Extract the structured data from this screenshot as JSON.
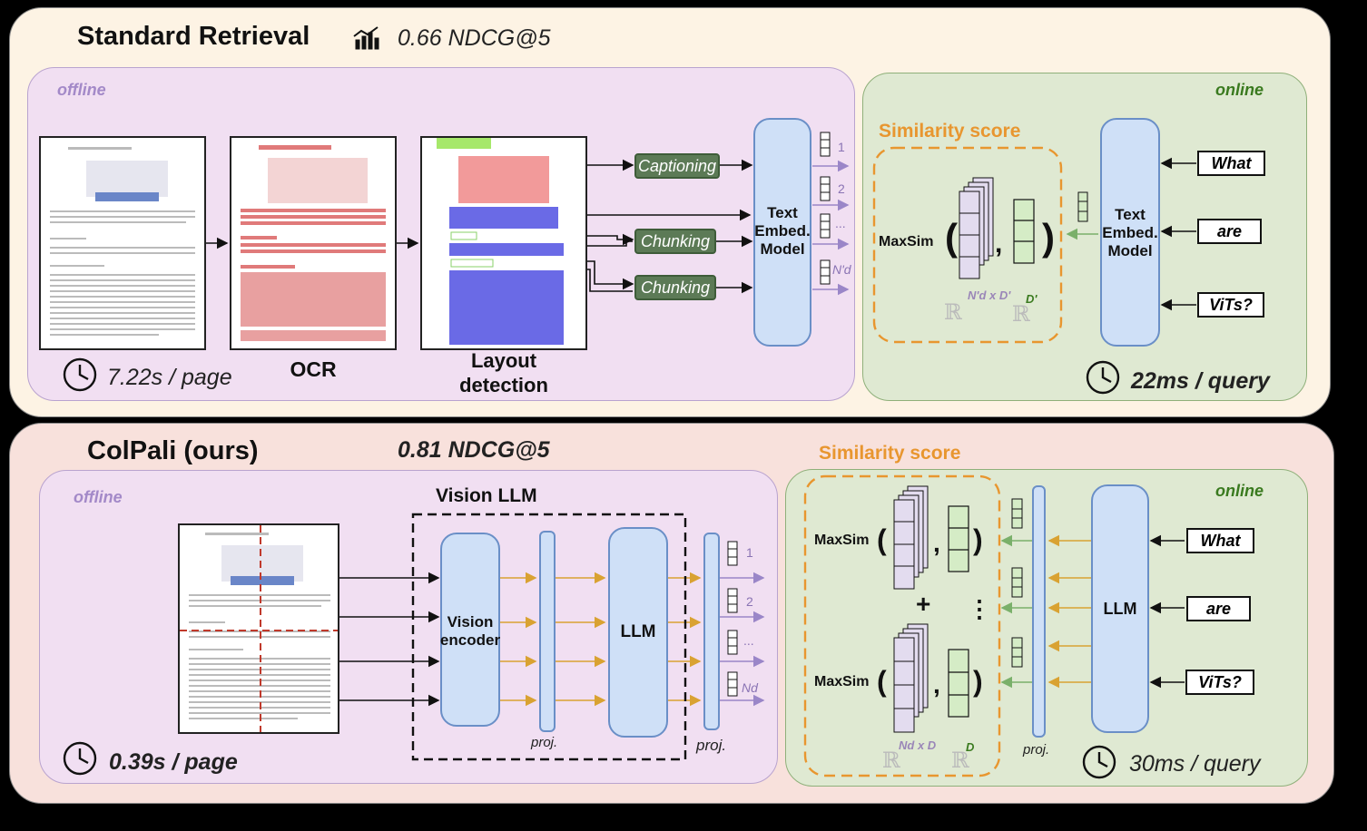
{
  "standard": {
    "title": "Standard Retrieval",
    "metric": "0.66 NDCG@5",
    "offline_tag": "offline",
    "online_tag": "online",
    "time_offline": "7.22s / page",
    "ocr_label": "OCR",
    "layout_label": "Layout\ndetection",
    "captioning": "Captioning",
    "chunking_1": "Chunking",
    "chunking_2": "Chunking",
    "encoder_label": "Text\nEmbed.\nModel",
    "vec_labels": [
      "1",
      "2",
      "...",
      "N'd"
    ],
    "similarity_title": "Similarity score",
    "maxsim": "MaxSim",
    "space_doc": "N'd x D'",
    "space_q": "D'",
    "query_encoder_label": "Text\nEmbed.\nModel",
    "queries": [
      "What",
      "are",
      "ViTs?"
    ],
    "time_online": "22ms / query"
  },
  "colpali": {
    "title": "ColPali (ours)",
    "metric": "0.81 NDCG@5",
    "offline_tag": "offline",
    "online_tag": "online",
    "vision_llm_label": "Vision LLM",
    "vision_encoder_label": "Vision\nencoder",
    "llm_label": "LLM",
    "proj_labels": [
      "proj.",
      "proj.",
      "proj."
    ],
    "vec_labels": [
      "1",
      "2",
      "...",
      "Nd"
    ],
    "time_offline": "0.39s / page",
    "similarity_title": "Similarity score",
    "maxsim": "MaxSim",
    "plus": "+",
    "dots": "⋮",
    "space_doc": "Nd x D",
    "space_q": "D",
    "query_llm_label": "LLM",
    "queries": [
      "What",
      "are",
      "ViTs?"
    ],
    "time_online": "30ms / query"
  },
  "colors": {
    "top_bg": "#fdf3e4",
    "bottom_bg": "#f8e1dc",
    "offline_bg": "#f1dff2",
    "online_bg": "#dfe9d2",
    "accent_orange": "#e8962f",
    "offline_purple": "#a389c8",
    "online_green": "#3a7a1f"
  },
  "icons": [
    "chart-icon",
    "clock-icon"
  ]
}
